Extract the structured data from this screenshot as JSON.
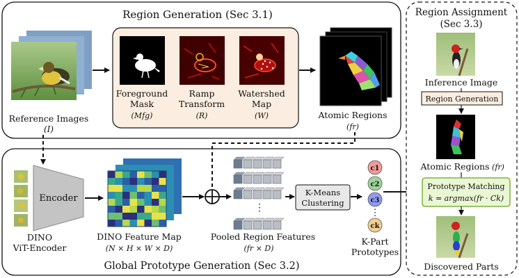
{
  "region_generation": {
    "title": "Region Generation (Sec 3.1)",
    "reference_images_label": "Reference Images",
    "reference_images_symbol": "(I)",
    "foreground_mask_line1": "Foreground",
    "foreground_mask_line2": "Mask",
    "foreground_mask_symbol": "(Mfg)",
    "ramp_line1": "Ramp",
    "ramp_line2": "Transform",
    "ramp_symbol": "(R)",
    "watershed_line1": "Watershed",
    "watershed_line2": "Map",
    "watershed_symbol": "(W)",
    "atomic_regions_label": "Atomic Regions",
    "atomic_regions_symbol": "(fr)"
  },
  "global_prototype": {
    "title": "Global Prototype Generation (Sec 3.2)",
    "encoder_label": "Encoder",
    "dino_line1": "DINO",
    "dino_line2": "ViT-Encoder",
    "feature_map_label": "DINO Feature Map",
    "feature_map_dims": "(N × H × W × D)",
    "pooled_label": "Pooled  Region Features",
    "pooled_dims": "(fr × D)",
    "kmeans_line1": "K-Means",
    "kmeans_line2": "Clustering",
    "prototype_c1": "c1",
    "prototype_c2": "c2",
    "prototype_c3": "c3",
    "prototype_ck": "ck",
    "kpart_line1": "K-Part",
    "kpart_line2": "Prototypes",
    "ellipsis": "⋮"
  },
  "region_assignment": {
    "title_line1": "Region Assignment",
    "title_line2": "(Sec 3.3)",
    "inference_label": "Inference Image",
    "region_generation_box": "Region Generation",
    "atomic_regions_label": "Atomic Regions",
    "atomic_regions_symbol": "(fr)",
    "prototype_matching_line1": "Prototype Matching",
    "prototype_matching_line2": "k = argmax(fr · Ck)",
    "discovered_label": "Discovered Parts"
  },
  "colors": {
    "panel_fill": "#fbeee0",
    "encoder_fill": "#c4c4c4",
    "kmeans_fill": "#e8e8e8",
    "matching_fill": "#eaf7d4",
    "matching_border": "#7bb33a",
    "region_box_fill": "#fbeee0",
    "c1": "#f09a9a",
    "c2": "#9fd49a",
    "c3": "#8f9bf0",
    "ck": "#f5cf8f",
    "region_feature_block": "#6b7c92",
    "feature_map_frame": "#2f6fb3"
  }
}
